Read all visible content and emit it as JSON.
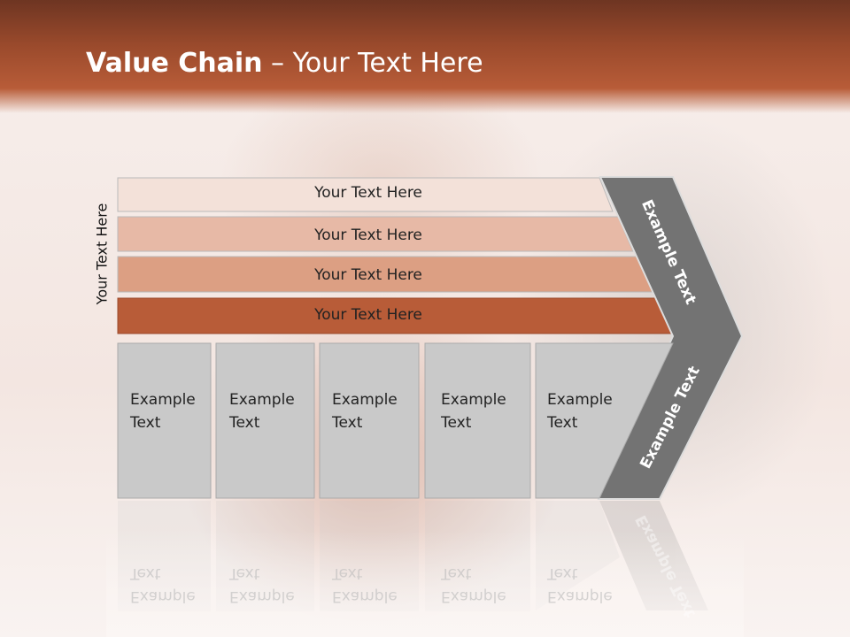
{
  "slide": {
    "title_bold": "Value Chain",
    "title_rest": " – Your Text Here",
    "side_label": "Your Text Here"
  },
  "bars": [
    {
      "label": "Your Text Here",
      "color": "#f3e1d9"
    },
    {
      "label": "Your Text Here",
      "color": "#e7b9a6"
    },
    {
      "label": "Your Text Here",
      "color": "#dc9f83"
    },
    {
      "label": "Your Text Here",
      "color": "#b85c38"
    }
  ],
  "cells": [
    {
      "line1": "Example",
      "line2": "Text"
    },
    {
      "line1": "Example",
      "line2": "Text"
    },
    {
      "line1": "Example",
      "line2": "Text"
    },
    {
      "line1": "Example",
      "line2": "Text"
    },
    {
      "line1": "Example",
      "line2": "Text"
    }
  ],
  "chevron": {
    "upper_label": "Example Text",
    "lower_label": "Example Text",
    "color": "#737373"
  },
  "colors": {
    "cell_fill": "#c9c9c9",
    "header_brown": "#b85c38"
  }
}
